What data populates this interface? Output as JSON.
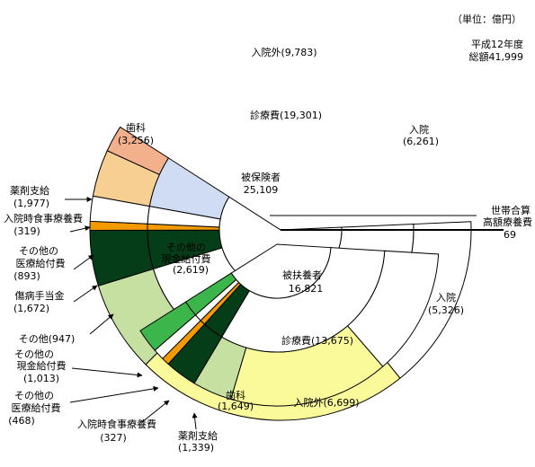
{
  "header": {
    "unit": "（単位：億円）",
    "year": "平成12年度",
    "total": "総額41,999"
  },
  "chart_data": {
    "type": "pie",
    "title": "",
    "sectors": [
      {
        "center_label": "被保険者",
        "center_value": "25,109",
        "segments": [
          {
            "name": "薬剤支給",
            "value": 1977,
            "value_text": "(1,977)",
            "group": "診療費",
            "color": "#063d19"
          },
          {
            "name": "入院時食事療養費",
            "value": 319,
            "value_text": "(319)",
            "group": "診療費",
            "color": "#f39a00"
          },
          {
            "name": "その他の医療給付費",
            "value": 893,
            "value_text": "(893)",
            "group": "",
            "color": "#ffffff"
          },
          {
            "name": "傷病手当金",
            "value": 1672,
            "value_text": "(1,672)",
            "group": "その他の現金給付費",
            "color": "#f8cf93"
          },
          {
            "name": "その他",
            "value": 947,
            "value_text": "(947)",
            "group": "その他の現金給付費",
            "color": "#f2b08c"
          },
          {
            "name": "入院",
            "value": 6261,
            "value_text": "(6,261)",
            "group": "診療費",
            "color": "#ffffff"
          },
          {
            "name": "入院外",
            "value": 9783,
            "value_text": "(9,783)",
            "group": "診療費",
            "color": "#fafa9a"
          },
          {
            "name": "歯科",
            "value": 3256,
            "value_text": "(3,256)",
            "group": "診療費",
            "color": "#c5e0a1"
          }
        ],
        "groups": [
          {
            "name": "診療費",
            "value": 19301,
            "value_text": "(19,301)"
          },
          {
            "name": "その他の現金給付費",
            "value": 2619,
            "value_text": "(2,619)"
          }
        ]
      },
      {
        "center_label": "被扶養者",
        "center_value": "16,821",
        "segments": [
          {
            "name": "入院",
            "value": 5326,
            "value_text": "(5,326)",
            "group": "診療費",
            "color": "#ffffff"
          },
          {
            "name": "入院外",
            "value": 6699,
            "value_text": "(6,699)",
            "group": "診療費",
            "color": "#fafa9a"
          },
          {
            "name": "歯科",
            "value": 1649,
            "value_text": "(1,649)",
            "group": "診療費",
            "color": "#c5e0a1"
          },
          {
            "name": "薬剤支給",
            "value": 1339,
            "value_text": "(1,339)",
            "group": "",
            "color": "#063d19"
          },
          {
            "name": "入院時食事療養費",
            "value": 327,
            "value_text": "(327)",
            "group": "",
            "color": "#f39a00"
          },
          {
            "name": "その他の医療給付費",
            "value": 468,
            "value_text": "(468)",
            "group": "",
            "color": "#ffffff"
          },
          {
            "name": "その他の現金給付費",
            "value": 1013,
            "value_text": "(1,013)",
            "group": "",
            "color": "#3cb54a"
          }
        ],
        "groups": [
          {
            "name": "診療費",
            "value": 13675,
            "value_text": "(13,675)"
          }
        ]
      }
    ],
    "separate": {
      "name": "世帯合算高額療養費",
      "value": 69
    }
  }
}
